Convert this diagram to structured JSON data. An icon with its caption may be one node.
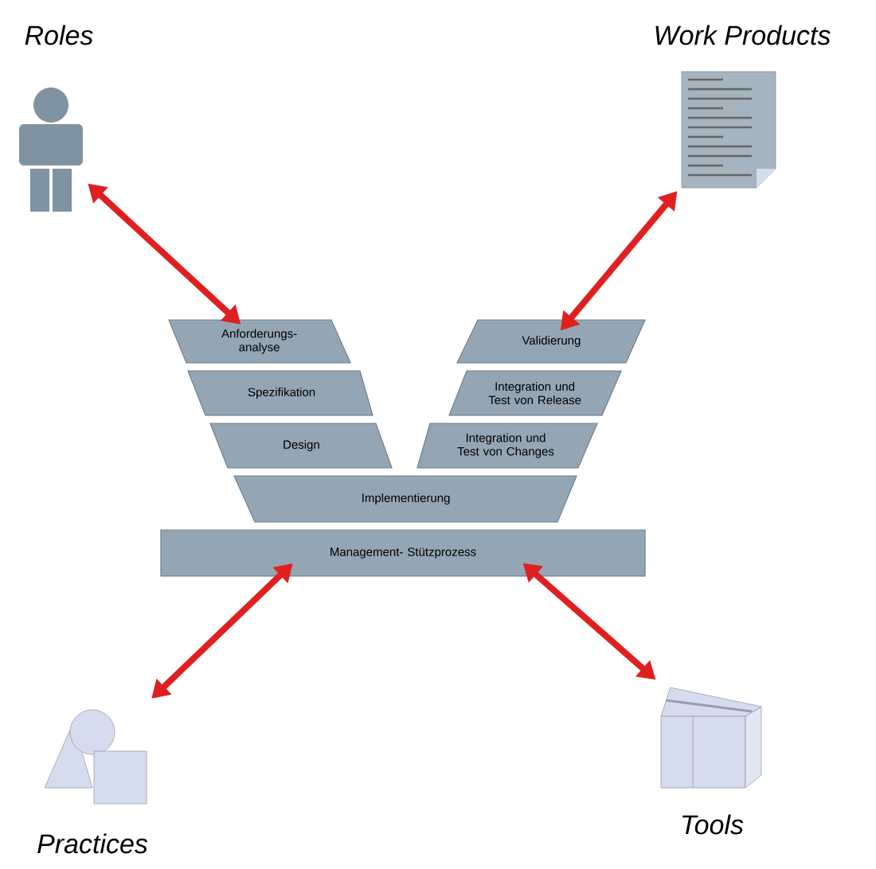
{
  "diagram": {
    "nodes": [
      {
        "text": [
          "Roles"
        ]
      },
      {
        "text": [
          "Work Products"
        ]
      },
      {
        "text": [
          "Anforderungs-analyse"
        ]
      },
      {
        "text": [
          "Validierung"
        ]
      },
      {
        "text": [
          "Spezifikation"
        ]
      },
      {
        "text": [
          "Integration und Test von Release"
        ]
      },
      {
        "text": [
          "Design"
        ]
      },
      {
        "text": [
          "Integration und Test von Changes"
        ]
      },
      {
        "text": [
          "Implementierung"
        ]
      },
      {
        "text": [
          "Management- Stützprozess"
        ]
      },
      {
        "text": [
          "Practices"
        ]
      },
      {
        "text": [
          "Tools"
        ]
      }
    ],
    "edges": [
      {
        "from": 0,
        "to": 2,
        "arrow": "both"
      },
      {
        "from": 1,
        "to": 3,
        "arrow": "both"
      },
      {
        "from": 10,
        "to": 9,
        "arrow": "both"
      },
      {
        "from": 11,
        "to": 9,
        "arrow": "both"
      }
    ]
  }
}
